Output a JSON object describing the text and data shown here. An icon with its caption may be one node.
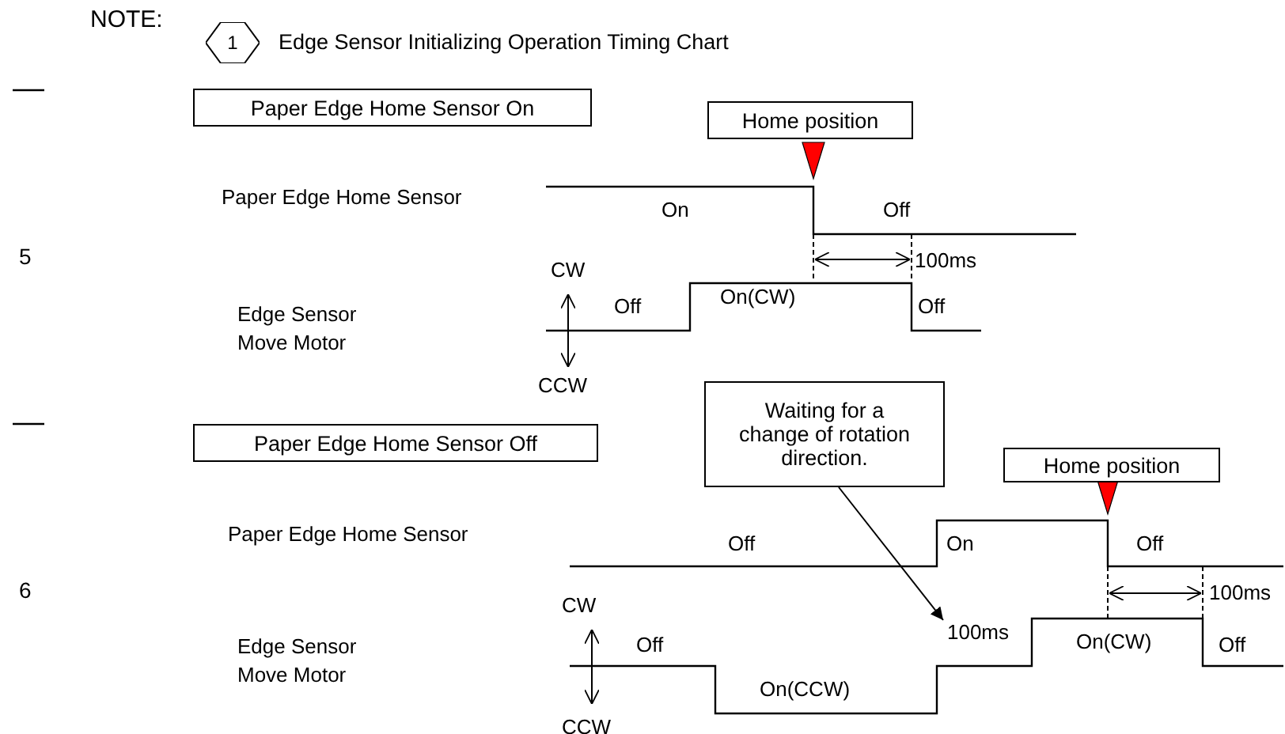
{
  "diagram": {
    "title": "Edge Sensor Initializing Operation Timing Chart",
    "nodes": [
      {
        "text": [
          "1"
        ]
      },
      {
        "text": [
          "Paper Edge Home Sensor On"
        ]
      },
      {
        "text": [
          "Home position"
        ]
      },
      {
        "text": [
          "Waiting for a change of rotation direction."
        ]
      },
      {
        "text": [
          "Paper Edge Home Sensor Off"
        ]
      },
      {
        "text": [
          "Home position"
        ]
      },
      {
        "text": [
          "100ms"
        ]
      }
    ],
    "edges": [
      {
        "from": 3,
        "to": 6,
        "arrow": "to"
      }
    ],
    "labels": [
      "NOTE:",
      "Paper Edge Home Sensor",
      "On",
      "Off",
      "5",
      "100ms",
      "CW",
      "Off",
      "On(CW)",
      "Off",
      "Edge Sensor Move Motor",
      "CCW",
      "Paper Edge Home Sensor",
      "Off",
      "On",
      "Off",
      "6",
      "100ms",
      "CW",
      "Off",
      "On(CW)",
      "Off",
      "Edge Sensor Move Motor",
      "On(CCW)",
      "CCW"
    ]
  }
}
